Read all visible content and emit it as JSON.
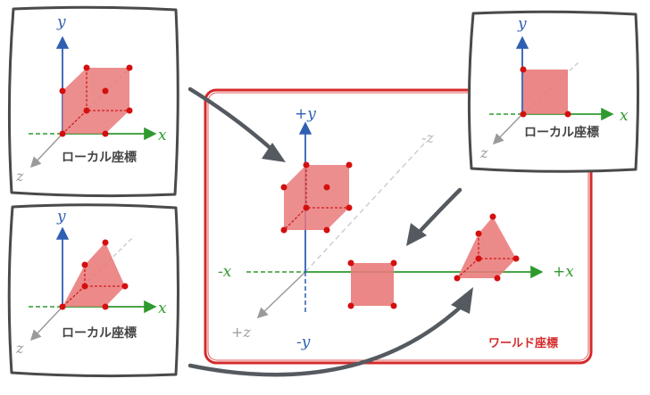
{
  "panels": {
    "local_label": "ローカル座標",
    "world_label": "ワールド座標"
  },
  "axes": {
    "x": "x",
    "y": "y",
    "z": "z",
    "plus_x": "+x",
    "minus_x": "-x",
    "plus_y": "+y",
    "minus_y": "-y",
    "plus_z": "+z",
    "minus_z": "-z"
  },
  "colors": {
    "x_axis": "#2e9a2e",
    "y_axis": "#2f5fb3",
    "z_axis": "#9a9a9a",
    "shape_fill": "#e97a7a",
    "vertex": "#d40f0f",
    "world_frame": "#d42a2a",
    "panel_frame": "#4a4a4a",
    "arrow": "#555a60"
  }
}
